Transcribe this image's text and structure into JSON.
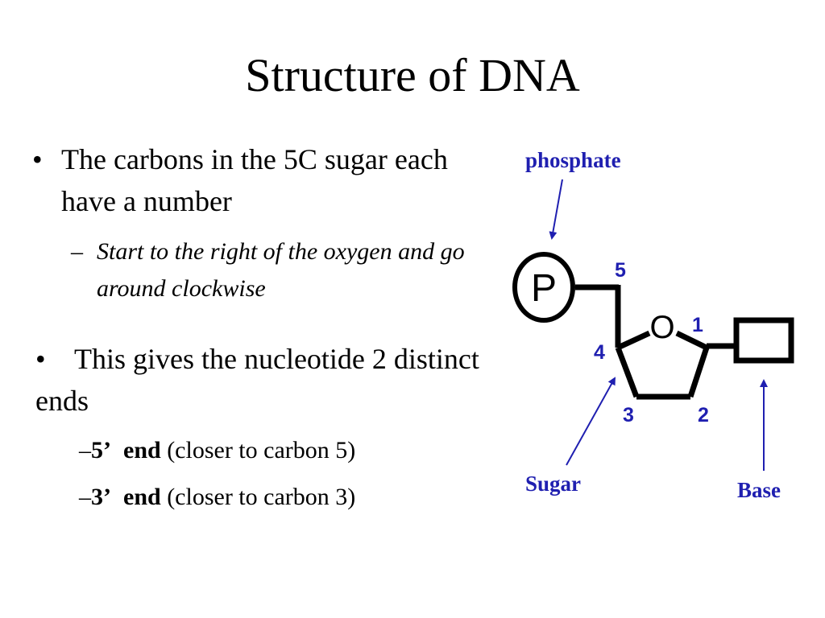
{
  "title": "Structure of DNA",
  "bullets": {
    "b1": {
      "marker": "•",
      "text": "The carbons in the 5C sugar each have a number"
    },
    "b1_sub": {
      "marker": "–",
      "text": "Start to the right of the oxygen and go around clockwise"
    },
    "b2": {
      "marker": "•",
      "text": "This gives the nucleotide 2 distinct ends"
    },
    "end5": {
      "marker": "–",
      "num": "5",
      "prime": "’",
      "word": "end",
      "paren": "(closer to carbon 5)"
    },
    "end3": {
      "marker": "–",
      "num": "3",
      "prime": "’",
      "word": "end",
      "paren": "(closer to carbon 3)"
    }
  },
  "diagram": {
    "phosphate_label": "phosphate",
    "sugar_label": "Sugar",
    "base_label": "Base",
    "phosphate_symbol": "P",
    "oxygen_symbol": "O",
    "carbon_numbers": {
      "c1": "1",
      "c2": "2",
      "c3": "3",
      "c4": "4",
      "c5": "5"
    },
    "label_color": "#1f1fb0"
  }
}
